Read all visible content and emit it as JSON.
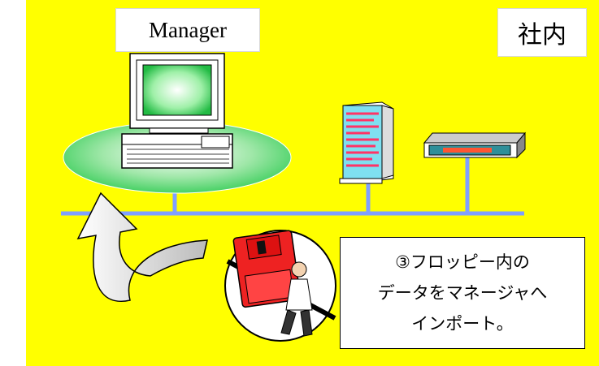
{
  "colors": {
    "background": "#ffff00",
    "network_line": "#7f9fff",
    "ellipse": "#33cc55",
    "floppy": "#ee2222",
    "server_body": "#7fe0f0",
    "server_stripes": "#ff3366",
    "router": "#2f8f99"
  },
  "labels": {
    "manager": "Manager",
    "office": "社内"
  },
  "step": {
    "line1": "③フロッピー内の",
    "line2": "データをマネージャへ",
    "line3": "インポート。"
  }
}
